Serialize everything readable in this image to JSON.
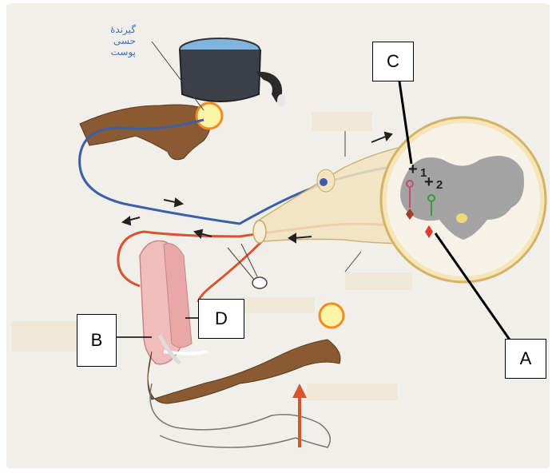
{
  "receptor_label_line1": "گیرندهٔ حسی",
  "receptor_label_line2": "پوست",
  "markers": {
    "A": "A",
    "B": "B",
    "C": "C",
    "D": "D"
  },
  "synapse_numbers": {
    "one": "1",
    "two": "2"
  },
  "colors": {
    "sensory_neuron": "#3d5fa8",
    "motor_neuron": "#d9532e",
    "blank_box": "#efe8d6",
    "skin": "#8a5a33",
    "spinal_cord_gray": "#a3a3a3"
  }
}
